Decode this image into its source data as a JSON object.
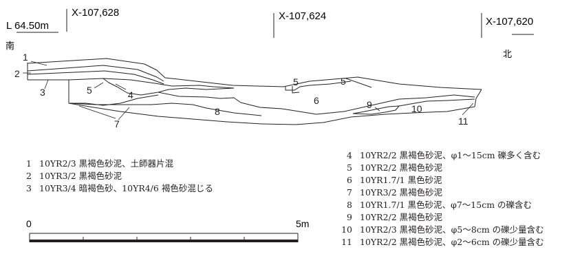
{
  "section": {
    "elevation_label": "L 64.50m",
    "south_label": "南",
    "north_label": "北",
    "coordinates": [
      "X-107,628",
      "X-107,624",
      "X-107,620"
    ],
    "layer_numbers": [
      "1",
      "2",
      "3",
      "4",
      "5",
      "5",
      "5",
      "6",
      "7",
      "8",
      "9",
      "10",
      "11"
    ]
  },
  "scale": {
    "start": "0",
    "end": "5m"
  },
  "legend_left": [
    {
      "num": "1",
      "text": "10YR2/3 黒褐色砂泥、土師器片混"
    },
    {
      "num": "2",
      "text": "10YR3/2 黒褐色砂泥"
    },
    {
      "num": "3",
      "text": "10YR3/4 暗褐色砂、10YR4/6 褐色砂混じる"
    }
  ],
  "legend_right": [
    {
      "num": "4",
      "text": "10YR2/2 黒褐色砂泥、φ1～15cm 礫多く含む"
    },
    {
      "num": "5",
      "text": "10YR2/2 黒褐色砂泥"
    },
    {
      "num": "6",
      "text": "10YR1.7/1 黒色砂泥"
    },
    {
      "num": "7",
      "text": "10YR3/2 黒褐色砂泥"
    },
    {
      "num": "8",
      "text": "10YR1.7/1 黒色砂泥、φ7～15cm の礫含む"
    },
    {
      "num": "9",
      "text": "10YR2/2 黒褐色砂泥"
    },
    {
      "num": "10",
      "text": "10YR2/3 黒褐色砂泥、φ5～8cm の礫少量含む"
    },
    {
      "num": "11",
      "text": "10YR2/2 黒褐色砂泥、φ2～6cm の礫少量含む"
    }
  ]
}
